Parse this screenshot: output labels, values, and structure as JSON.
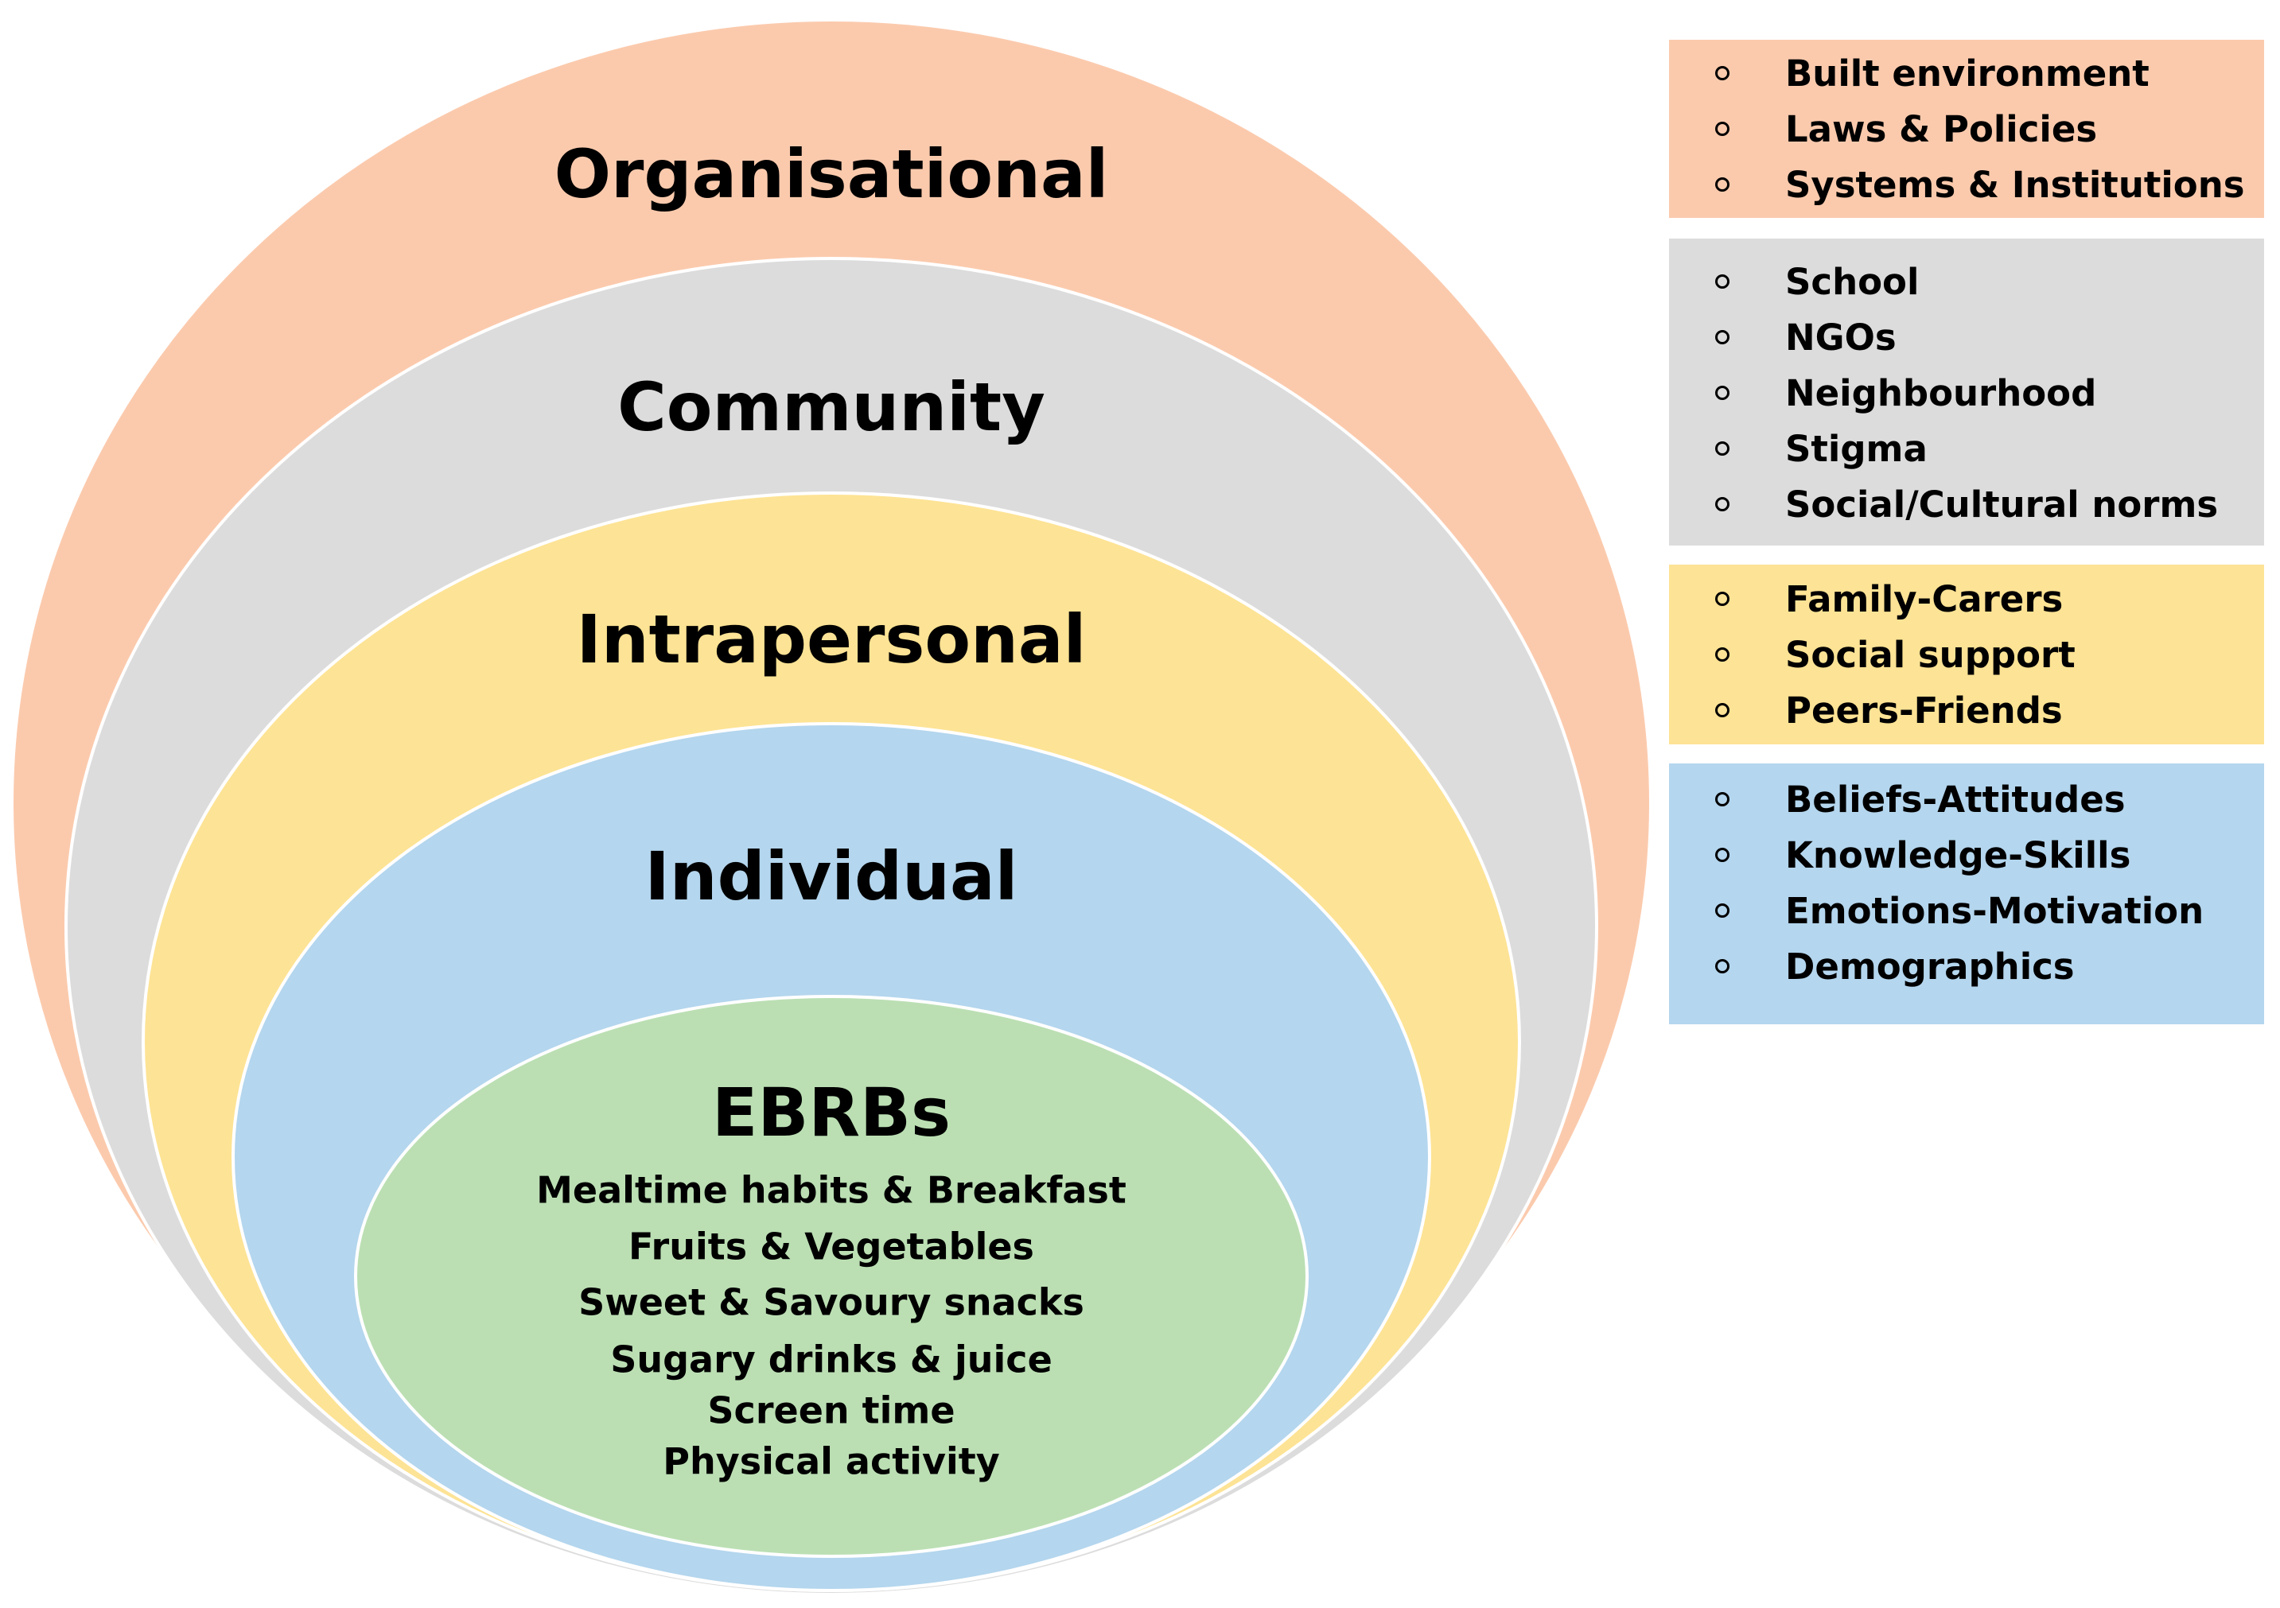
{
  "levels": [
    {
      "title": "Organisational",
      "color": "#fbcaad"
    },
    {
      "title": "Community",
      "color": "#dcdcdc"
    },
    {
      "title": "Intrapersonal",
      "color": "#fde395"
    },
    {
      "title": "Individual",
      "color": "#b4d6ee"
    }
  ],
  "core": {
    "title": "EBRBs",
    "color": "#bbdfb3",
    "items": [
      "Mealtime habits & Breakfast",
      "Fruits & Vegetables",
      "Sweet & Savoury snacks",
      "Sugary drinks & juice",
      "Screen time",
      "Physical activity"
    ]
  },
  "factor_boxes": [
    {
      "color": "#fbcaad",
      "bullet_icon": "hollow-circle",
      "items": [
        "Built environment",
        "Laws & Policies",
        "Systems & Institutions"
      ]
    },
    {
      "color": "#dcdcdc",
      "bullet_icon": "hollow-circle",
      "items": [
        "School",
        "NGOs",
        "Neighbourhood",
        "Stigma",
        "Social/Cultural norms"
      ]
    },
    {
      "color": "#fde395",
      "bullet_icon": "hollow-circle",
      "items": [
        "Family-Carers",
        "Social support",
        "Peers-Friends"
      ]
    },
    {
      "color": "#b4d6ee",
      "bullet_icon": "hollow-circle",
      "items": [
        "Beliefs-Attitudes",
        "Knowledge-Skills",
        "Emotions-Motivation",
        "Demographics"
      ]
    }
  ]
}
